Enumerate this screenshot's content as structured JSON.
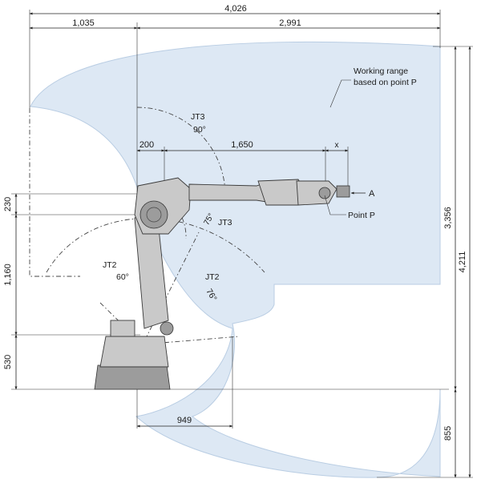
{
  "colors": {
    "working_range_fill": "#dde8f4",
    "working_range_stroke": "#b9cde3",
    "robot_body": "#c9c9c9",
    "line": "#222222"
  },
  "dimensions": {
    "total_width": "4,026",
    "rear_reach": "1,035",
    "front_reach": "2,991",
    "offset_200": "200",
    "arm_1650": "1,650",
    "wrist_x": "x",
    "h_230": "230",
    "h_1160": "1,160",
    "h_530": "530",
    "h_3356": "3,356",
    "h_4211": "4,211",
    "h_855": "855",
    "bottom_949": "949"
  },
  "labels": {
    "working_range_line1": "Working range",
    "working_range_line2": "based on point P",
    "point_p": "Point P",
    "a_mark": "A"
  },
  "joints": {
    "jt3_top": "JT3",
    "jt3_top_angle": "90°",
    "jt3_side": "JT3",
    "jt3_side_angle": "75°",
    "jt2_left": "JT2",
    "jt2_left_angle": "60°",
    "jt2_right": "JT2",
    "jt2_right_angle": "76°"
  }
}
